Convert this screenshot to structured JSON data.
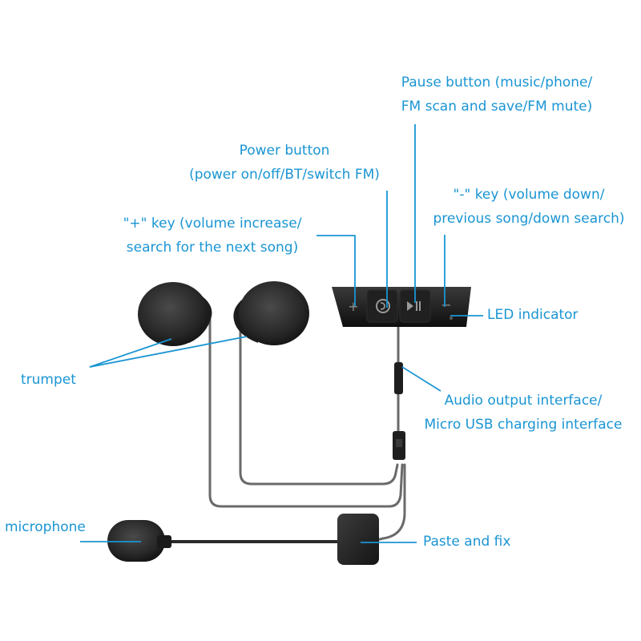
{
  "labels": {
    "pause": [
      "Pause button (music/phone/",
      "FM scan and save/FM mute)"
    ],
    "power": [
      "Power button",
      "(power on/off/BT/switch FM)"
    ],
    "minus": [
      "\"-\" key (volume down/",
      "previous song/down search)"
    ],
    "plus": [
      "\"+\" key (volume increase/",
      "search for the next song)"
    ],
    "led": "LED indicator",
    "trumpet": "trumpet",
    "audio": [
      "Audio output interface/",
      "Micro USB charging interface"
    ],
    "microphone": "microphone",
    "paste": "Paste and fix"
  },
  "device_keys": [
    "+",
    "−"
  ],
  "colors": {
    "label": "#1a95d3",
    "leader": "#1a95d3",
    "device": "#1c1c1c",
    "cable": "#6a6a6a"
  }
}
